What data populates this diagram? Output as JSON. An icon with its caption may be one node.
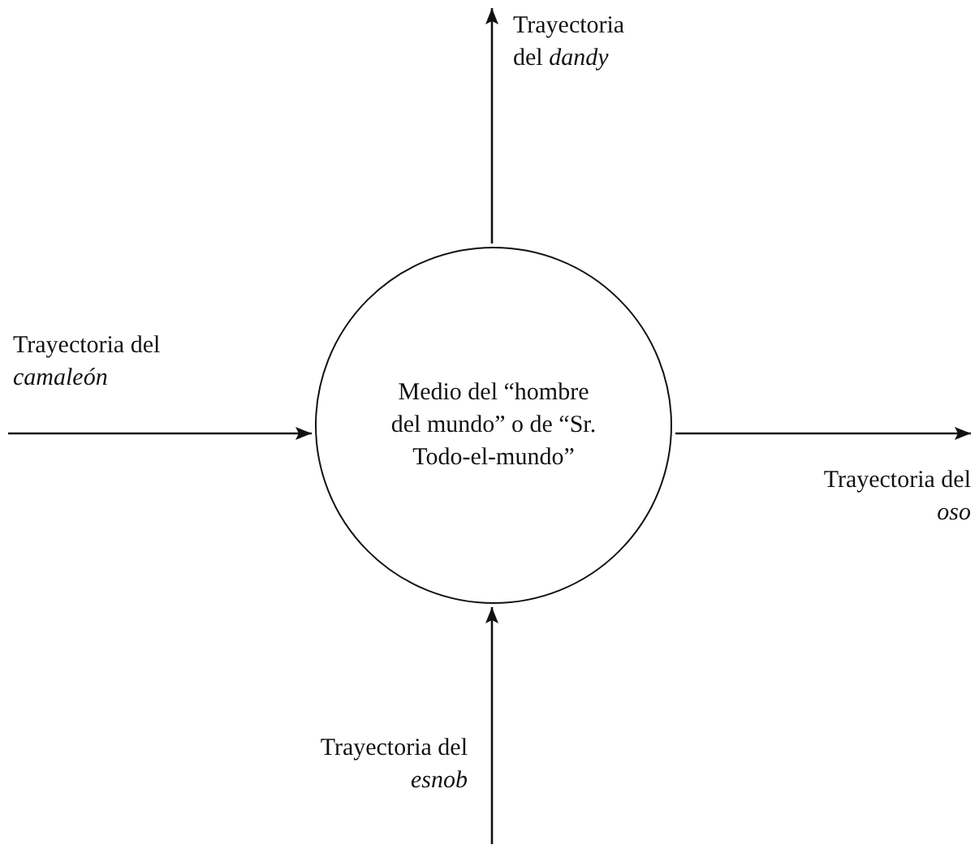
{
  "diagram": {
    "nodes": [
      {
        "text": [
          "Medio del “hombre del mundo” o de “Sr. Todo-el-mundo”"
        ]
      },
      {
        "text": [
          "Trayectoria del *dandy*"
        ]
      },
      {
        "text": [
          "Trayectoria del *camaleón*"
        ]
      },
      {
        "text": [
          "Trayectoria del *oso*"
        ]
      },
      {
        "text": [
          "Trayectoria del *esnob*"
        ]
      }
    ],
    "edges": [
      {
        "from": 0,
        "to": 1,
        "arrow": "to"
      },
      {
        "from": 2,
        "to": 0,
        "arrow": "to"
      },
      {
        "from": 0,
        "to": 3,
        "arrow": "to"
      },
      {
        "from": 4,
        "to": 0,
        "arrow": "to"
      }
    ]
  }
}
